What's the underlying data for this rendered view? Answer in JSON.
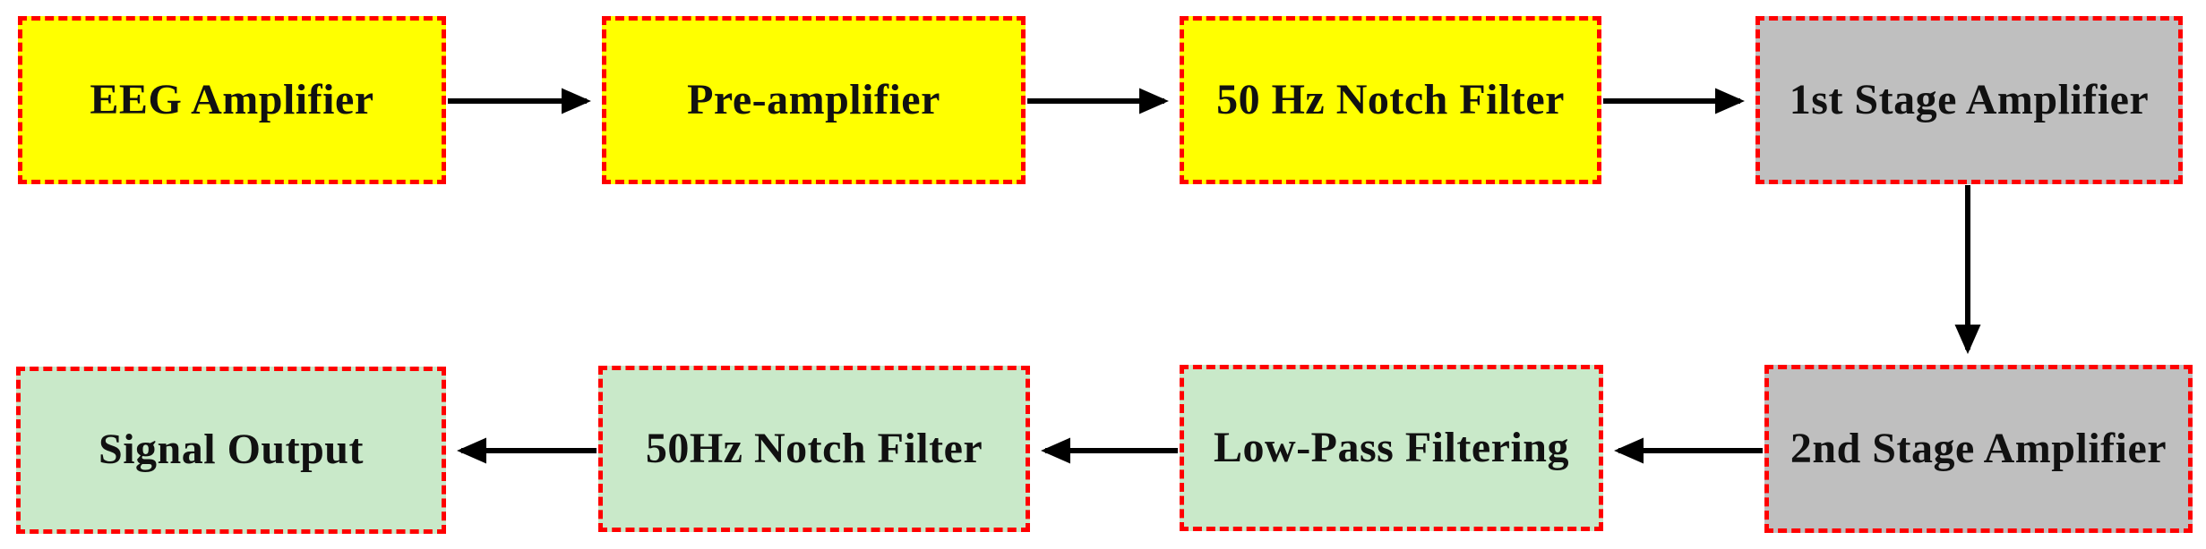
{
  "figure": {
    "type": "flowchart",
    "description": "EEG signal acquisition and conditioning pipeline block diagram",
    "background_color": "#ffffff",
    "box_border_color": "#ff0000",
    "box_border_style": "dashed",
    "arrow_color": "#000000",
    "text_color": "#111111"
  },
  "colors": {
    "yellow_stage": "#ffff00",
    "gray_stage": "#bfbfbf",
    "green_stage": "#c9e9c9"
  },
  "nodes": [
    {
      "id": "eeg-amplifier",
      "label": "EEG Amplifier",
      "fill": "#ffff00",
      "row": "top",
      "order": 1
    },
    {
      "id": "pre-amplifier",
      "label": "Pre-amplifier",
      "fill": "#ffff00",
      "row": "top",
      "order": 2
    },
    {
      "id": "notch-filter-input",
      "label": "50 Hz Notch Filter",
      "fill": "#ffff00",
      "row": "top",
      "order": 3
    },
    {
      "id": "first-stage-amplifier",
      "label": "1st Stage Amplifier",
      "fill": "#bfbfbf",
      "row": "top",
      "order": 4
    },
    {
      "id": "second-stage-amplifier",
      "label": "2nd Stage Amplifier",
      "fill": "#bfbfbf",
      "row": "bottom",
      "order": 5
    },
    {
      "id": "low-pass-filtering",
      "label": "Low-Pass Filtering",
      "fill": "#c9e9c9",
      "row": "bottom",
      "order": 6
    },
    {
      "id": "notch-filter-output",
      "label": "50Hz Notch Filter",
      "fill": "#c9e9c9",
      "row": "bottom",
      "order": 7
    },
    {
      "id": "signal-output",
      "label": "Signal Output",
      "fill": "#c9e9c9",
      "row": "bottom",
      "order": 8
    }
  ],
  "edges": [
    {
      "from": "EEG Amplifier",
      "to": "Pre-amplifier",
      "direction": "right"
    },
    {
      "from": "Pre-amplifier",
      "to": "50 Hz Notch Filter",
      "direction": "right"
    },
    {
      "from": "50 Hz Notch Filter",
      "to": "1st Stage Amplifier",
      "direction": "right"
    },
    {
      "from": "1st Stage Amplifier",
      "to": "2nd Stage Amplifier",
      "direction": "down"
    },
    {
      "from": "2nd Stage Amplifier",
      "to": "Low-Pass Filtering",
      "direction": "left"
    },
    {
      "from": "Low-Pass Filtering",
      "to": "50Hz Notch Filter",
      "direction": "left"
    },
    {
      "from": "50Hz Notch Filter",
      "to": "Signal Output",
      "direction": "left"
    }
  ]
}
